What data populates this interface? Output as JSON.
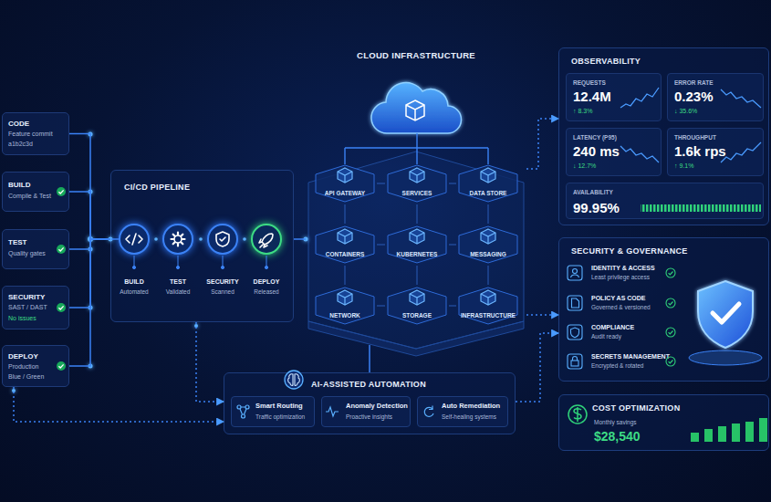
{
  "diagram": {
    "nodes": [
      {
        "text": [
          "CODE",
          "Feature commit",
          "a1b2c3d"
        ]
      },
      {
        "text": [
          "BUILD",
          "Compile & Test"
        ]
      },
      {
        "text": [
          "TEST",
          "Quality gates"
        ]
      },
      {
        "text": [
          "SECURITY",
          "SAST / DAST",
          "No issues"
        ]
      },
      {
        "text": [
          "DEPLOY",
          "Production",
          "Blue / Green"
        ]
      },
      {
        "text": [
          "CI/CD PIPELINE"
        ]
      },
      {
        "text": [
          "BUILD",
          "Automated"
        ],
        "in": 5
      },
      {
        "text": [
          "TEST",
          "Validated"
        ],
        "in": 5
      },
      {
        "text": [
          "SECURITY",
          "Scanned"
        ],
        "in": 5
      },
      {
        "text": [
          "DEPLOY",
          "Released"
        ],
        "in": 5
      },
      {
        "text": [
          "CLOUD INFRASTRUCTURE"
        ]
      },
      {
        "text": [
          "API GATEWAY"
        ],
        "in": 10
      },
      {
        "text": [
          "SERVICES"
        ],
        "in": 10
      },
      {
        "text": [
          "DATA STORE"
        ],
        "in": 10
      },
      {
        "text": [
          "CONTAINERS"
        ],
        "in": 10
      },
      {
        "text": [
          "KUBERNETES"
        ],
        "in": 10
      },
      {
        "text": [
          "MESSAGING"
        ],
        "in": 10
      },
      {
        "text": [
          "NETWORK"
        ],
        "in": 10
      },
      {
        "text": [
          "STORAGE"
        ],
        "in": 10
      },
      {
        "text": [
          "INFRASTRUCTURE"
        ],
        "in": 10
      },
      {
        "text": [
          "OBSERVABILITY"
        ]
      },
      {
        "text": [
          "REQUESTS",
          "12.4M",
          "↑ 8.3%"
        ],
        "in": 20
      },
      {
        "text": [
          "ERROR RATE",
          "0.23%",
          "↓ 35.6%"
        ],
        "in": 20
      },
      {
        "text": [
          "LATENCY (P95)",
          "240 ms",
          "↓ 12.7%"
        ],
        "in": 20
      },
      {
        "text": [
          "THROUGHPUT",
          "1.6k rps",
          "↑ 9.1%"
        ],
        "in": 20
      },
      {
        "text": [
          "AVAILABILITY",
          "99.95%"
        ],
        "in": 20
      },
      {
        "text": [
          "SECURITY & GOVERNANCE"
        ]
      },
      {
        "text": [
          "IDENTITY & ACCESS",
          "Least privilege access"
        ],
        "in": 26
      },
      {
        "text": [
          "POLICY AS CODE",
          "Governed & versioned"
        ],
        "in": 26
      },
      {
        "text": [
          "COMPLIANCE",
          "Audit ready"
        ],
        "in": 26
      },
      {
        "text": [
          "SECRETS MANAGEMENT",
          "Encrypted & rotated"
        ],
        "in": 26
      },
      {
        "text": [
          "COST OPTIMIZATION",
          "Monthly savings",
          "$28,540"
        ]
      },
      {
        "text": [
          "AI-ASSISTED AUTOMATION"
        ]
      },
      {
        "text": [
          "Smart Routing",
          "Traffic optimization"
        ],
        "in": 32
      },
      {
        "text": [
          "Anomaly Detection",
          "Proactive insights"
        ],
        "in": 32
      },
      {
        "text": [
          "Auto Remediation",
          "Self-healing systems"
        ],
        "in": 32
      }
    ],
    "edges": [
      {
        "from": 0,
        "to": 5,
        "arrow": "none"
      },
      {
        "from": 1,
        "to": 5,
        "arrow": "none"
      },
      {
        "from": 2,
        "to": 5,
        "arrow": "none"
      },
      {
        "from": 3,
        "to": 5,
        "arrow": "none"
      },
      {
        "from": 4,
        "to": 5,
        "arrow": "none"
      },
      {
        "from": 6,
        "to": 7,
        "arrow": "none"
      },
      {
        "from": 7,
        "to": 8,
        "arrow": "none"
      },
      {
        "from": 8,
        "to": 9,
        "arrow": "none"
      },
      {
        "from": 5,
        "to": 10,
        "arrow": "none"
      },
      {
        "from": 11,
        "to": 12,
        "arrow": "none"
      },
      {
        "from": 12,
        "to": 13,
        "arrow": "none"
      },
      {
        "from": 14,
        "to": 15,
        "arrow": "none"
      },
      {
        "from": 15,
        "to": 16,
        "arrow": "none"
      },
      {
        "from": 17,
        "to": 18,
        "arrow": "none"
      },
      {
        "from": 18,
        "to": 19,
        "arrow": "none"
      },
      {
        "from": 11,
        "to": 14,
        "arrow": "none"
      },
      {
        "from": 12,
        "to": 15,
        "arrow": "none"
      },
      {
        "from": 13,
        "to": 16,
        "arrow": "none"
      },
      {
        "from": 14,
        "to": 17,
        "arrow": "none"
      },
      {
        "from": 15,
        "to": 18,
        "arrow": "none"
      },
      {
        "from": 16,
        "to": 19,
        "arrow": "none"
      },
      {
        "from": 10,
        "to": 20,
        "arrow": "to"
      },
      {
        "from": 10,
        "to": 26,
        "arrow": "to"
      },
      {
        "from": 5,
        "to": 32,
        "arrow": "to"
      },
      {
        "from": 4,
        "to": 32,
        "arrow": "to"
      },
      {
        "from": 32,
        "to": 26,
        "arrow": "to"
      },
      {
        "from": 32,
        "to": 10,
        "arrow": "none"
      }
    ]
  }
}
